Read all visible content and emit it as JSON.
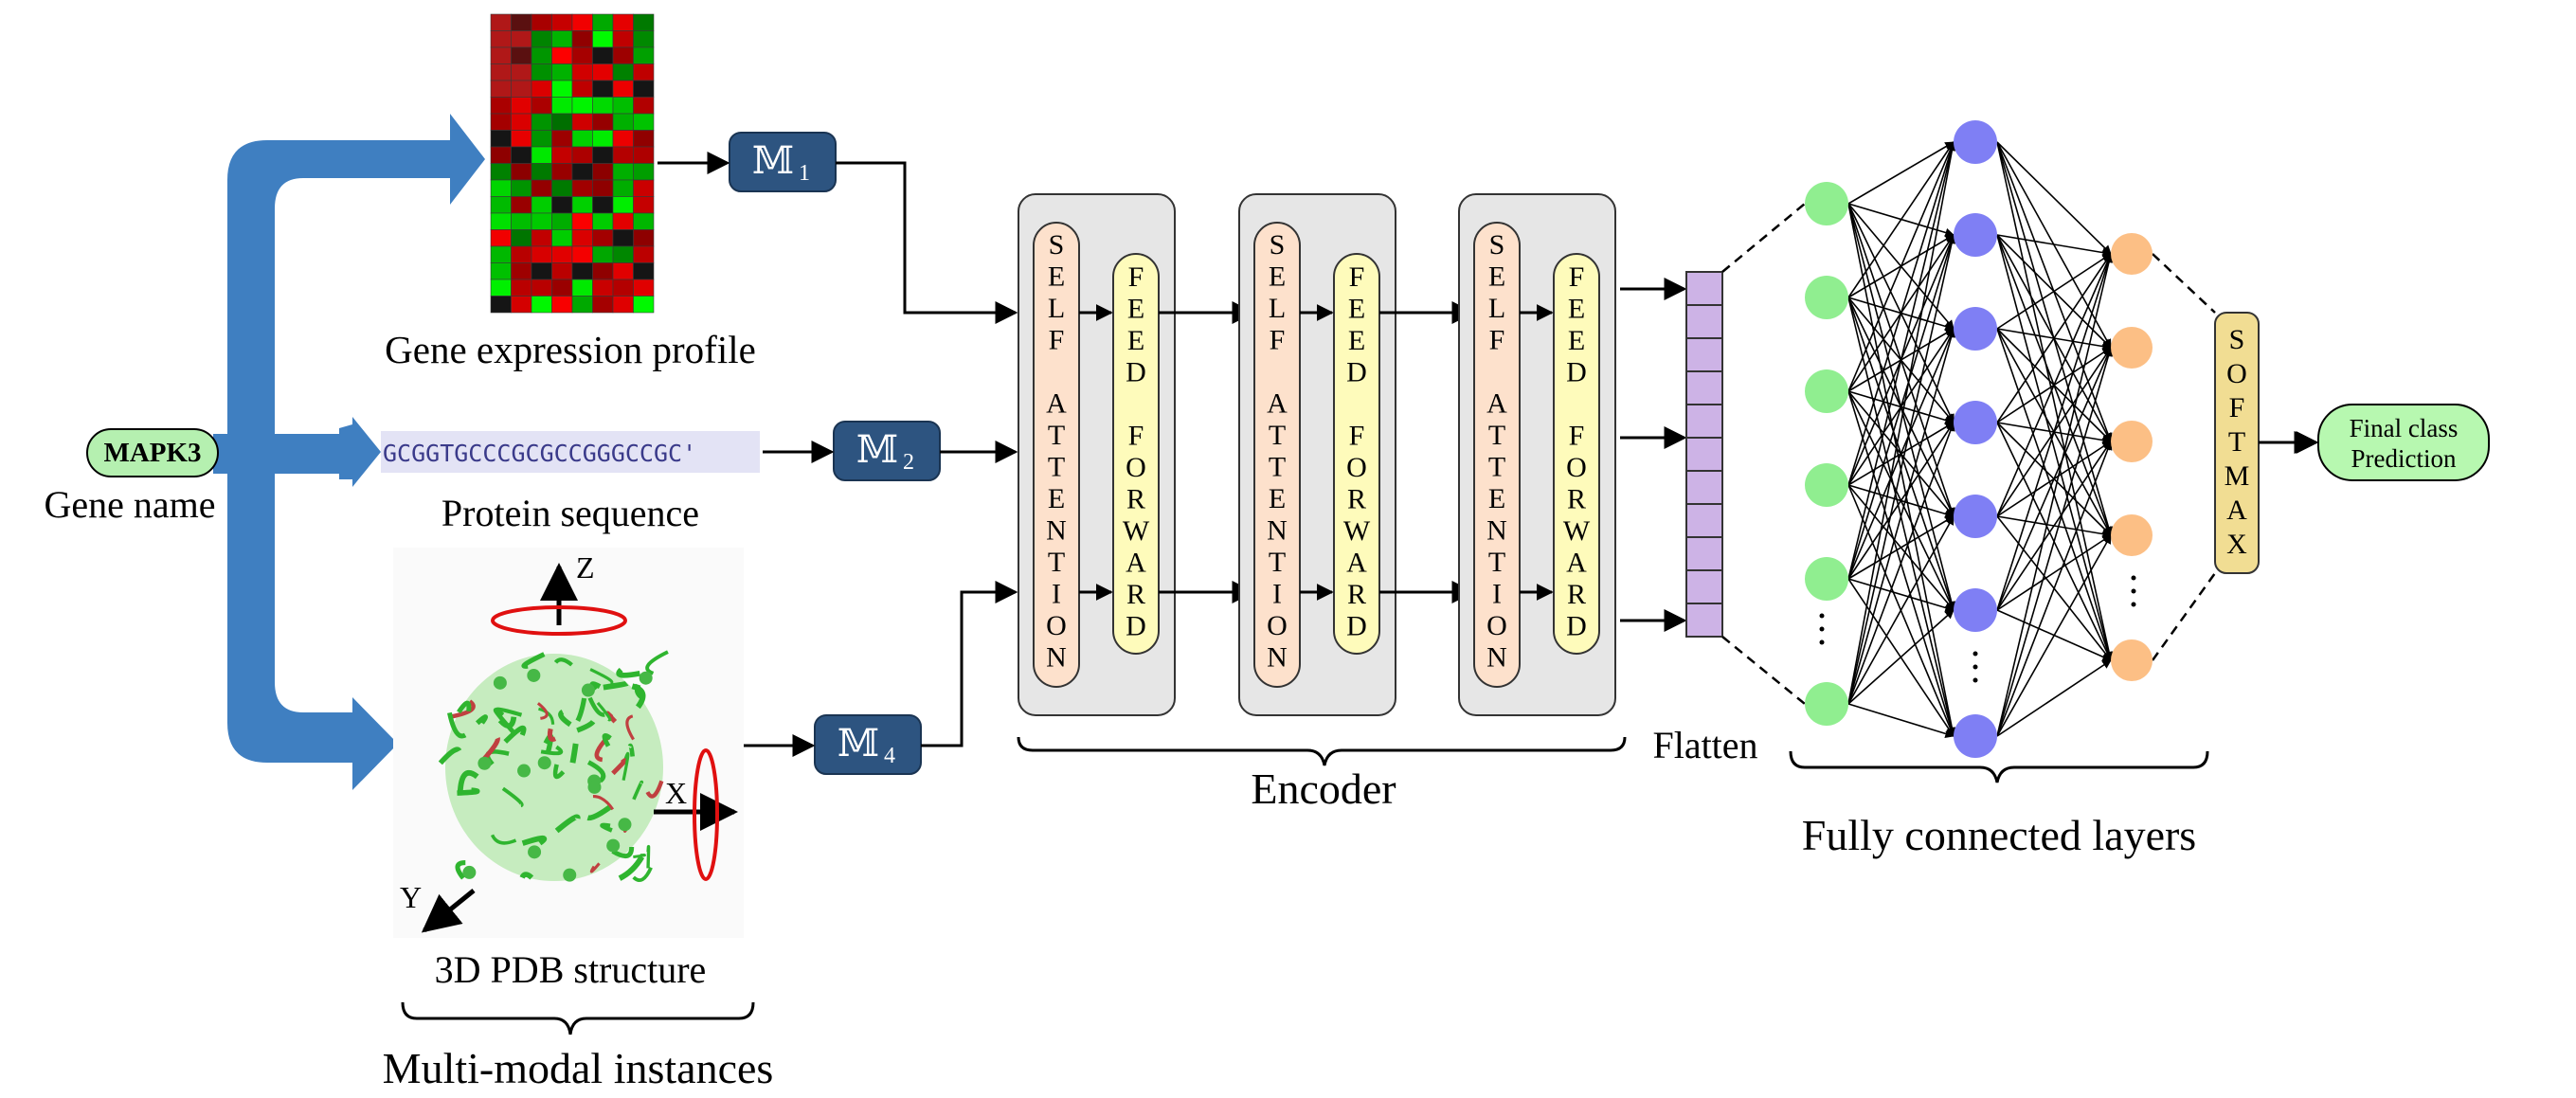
{
  "gene": {
    "chip": "MAPK3",
    "caption": "Gene name"
  },
  "modalities": {
    "expression_caption": "Gene expression profile",
    "sequence_text": "GCGGTGCCCGCGCCGGGCCGC'",
    "sequence_caption": "Protein sequence",
    "structure_caption": "3D PDB structure",
    "axis_x": "X",
    "axis_y": "Y",
    "axis_z": "Z",
    "group_caption": "Multi-modal instances"
  },
  "models": {
    "m1": "𝕄",
    "m1_sub": "1",
    "m2": "𝕄",
    "m2_sub": "2",
    "m4": "𝕄",
    "m4_sub": "4"
  },
  "encoder": {
    "self_attention_letters": [
      "S",
      "E",
      "L",
      "F",
      "",
      "A",
      "T",
      "T",
      "E",
      "N",
      "T",
      "I",
      "O",
      "N"
    ],
    "feed_forward_letters": [
      "F",
      "E",
      "E",
      "D",
      "",
      "F",
      "O",
      "R",
      "W",
      "A",
      "R",
      "D"
    ],
    "caption": "Encoder"
  },
  "flatten": {
    "caption": "Flatten"
  },
  "fc": {
    "caption": "Fully connected layers",
    "softmax_letters": [
      "S",
      "O",
      "F",
      "T",
      "M",
      "A",
      "X"
    ]
  },
  "output": {
    "line1": "Final class",
    "line2": "Prediction"
  },
  "colors": {
    "thick_arrow": "#3f7fc1",
    "model_box": "#2d5480",
    "encoder_bg": "#e6e6e6",
    "self_attention": "#fde1cc",
    "feed_forward": "#fefbbb",
    "flatten": "#cdb3e6",
    "node_green": "#90ee90",
    "node_blue": "#7f7ff4",
    "node_orange": "#fcbf85",
    "softmax": "#f1dd93",
    "output_box": "#b7f8b0",
    "gene_chip": "#b5f0b0"
  }
}
